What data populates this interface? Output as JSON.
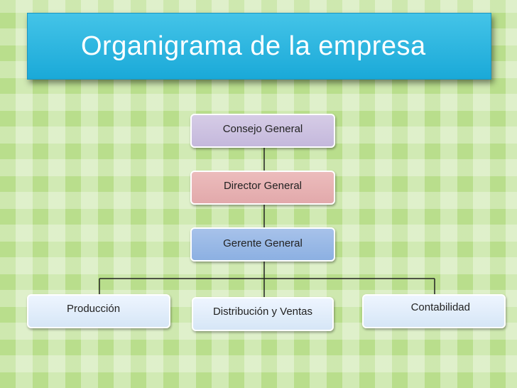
{
  "title": "Organigrama de la empresa",
  "nodes": {
    "consejo": "Consejo General",
    "director": "Director General",
    "gerente": "Gerente General",
    "produccion": "Producción",
    "distribucion": "Distribución y Ventas",
    "contabilidad": "Contabilidad"
  },
  "colors": {
    "title_bar": "#1aa9d8",
    "consejo": "#c4b8dc",
    "director": "#e2a9ab",
    "gerente": "#8cb0e2",
    "leaf": "#d6e6f6",
    "background": "#b9de8c"
  }
}
